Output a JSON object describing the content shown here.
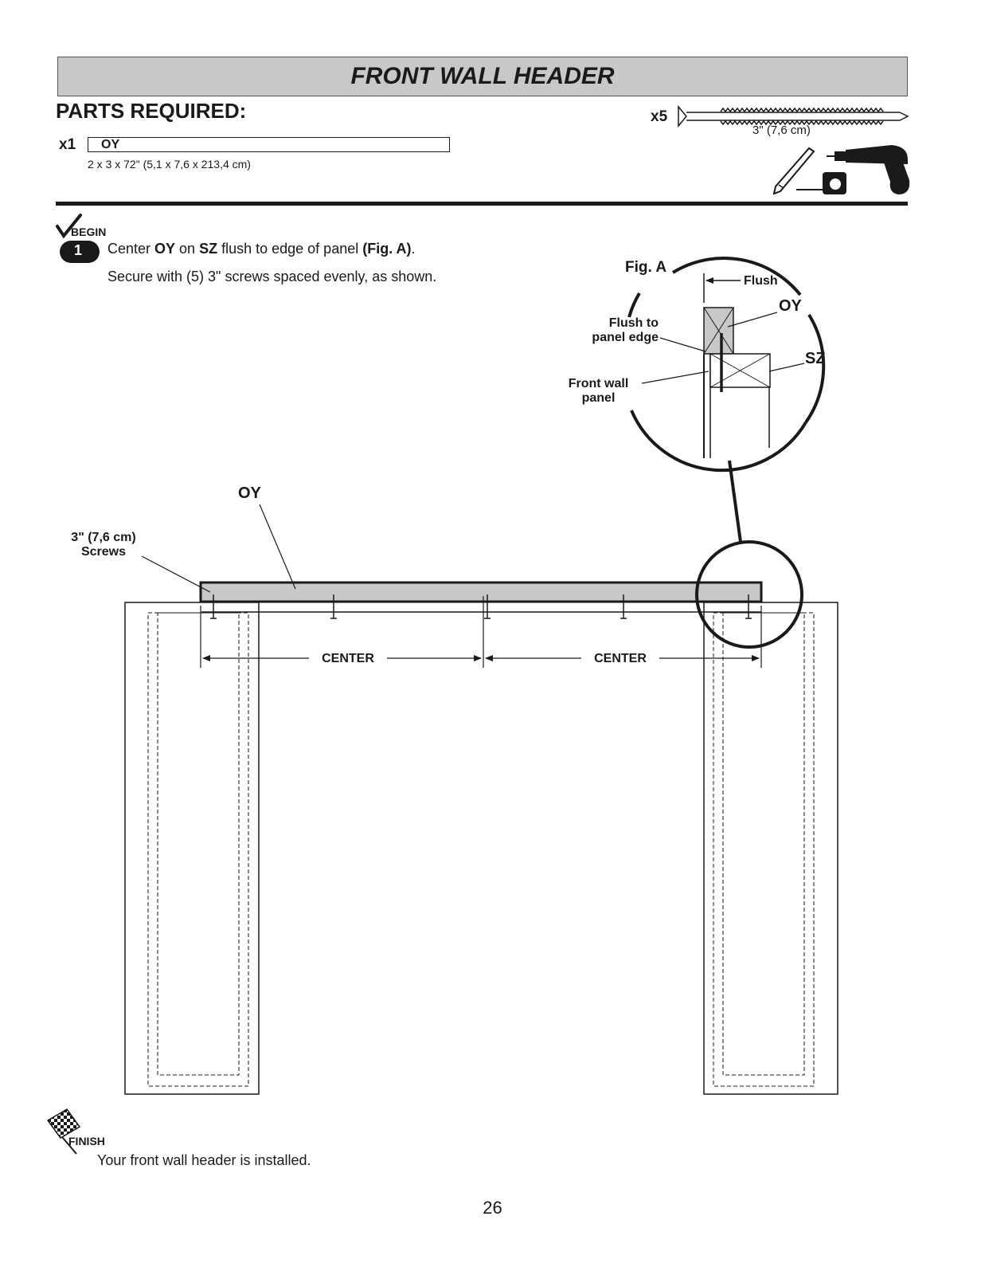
{
  "header": {
    "title": "FRONT WALL HEADER"
  },
  "parts": {
    "heading": "PARTS REQUIRED:",
    "board": {
      "qty": "x1",
      "code": "OY",
      "size": "2 x 3 x 72\" (5,1 x 7,6 x 213,4 cm)"
    },
    "screw": {
      "qty": "x5",
      "size": "3\" (7,6 cm)"
    },
    "tools": [
      "pencil-icon",
      "tape-measure-icon",
      "drill-icon"
    ]
  },
  "step": {
    "begin_label": "BEGIN",
    "number": "1",
    "line1": {
      "t1": "Center ",
      "b1": "OY",
      "t2": " on ",
      "b2": "SZ",
      "t3": " flush to edge of panel ",
      "b3": "(Fig. A)",
      "t4": "."
    },
    "line2": "Secure with (5) 3\" screws spaced evenly, as shown."
  },
  "figure_a": {
    "title": "Fig. A",
    "flush": "Flush",
    "oy": "OY",
    "sz": "SZ",
    "flush_to_edge": [
      "Flush to",
      "panel edge"
    ],
    "front_wall_panel": [
      "Front wall",
      "panel"
    ]
  },
  "main_diagram": {
    "oy_label": "OY",
    "screws_label": [
      "3\" (7,6 cm)",
      "Screws"
    ],
    "center_left": "CENTER",
    "center_right": "CENTER"
  },
  "finish": {
    "label": "FINISH",
    "text": "Your front wall header is installed."
  },
  "page_number": "26",
  "colors": {
    "title_bar": "#c8c8c8",
    "board_fill": "#c8c8c8",
    "ink": "#1a1a1a"
  }
}
